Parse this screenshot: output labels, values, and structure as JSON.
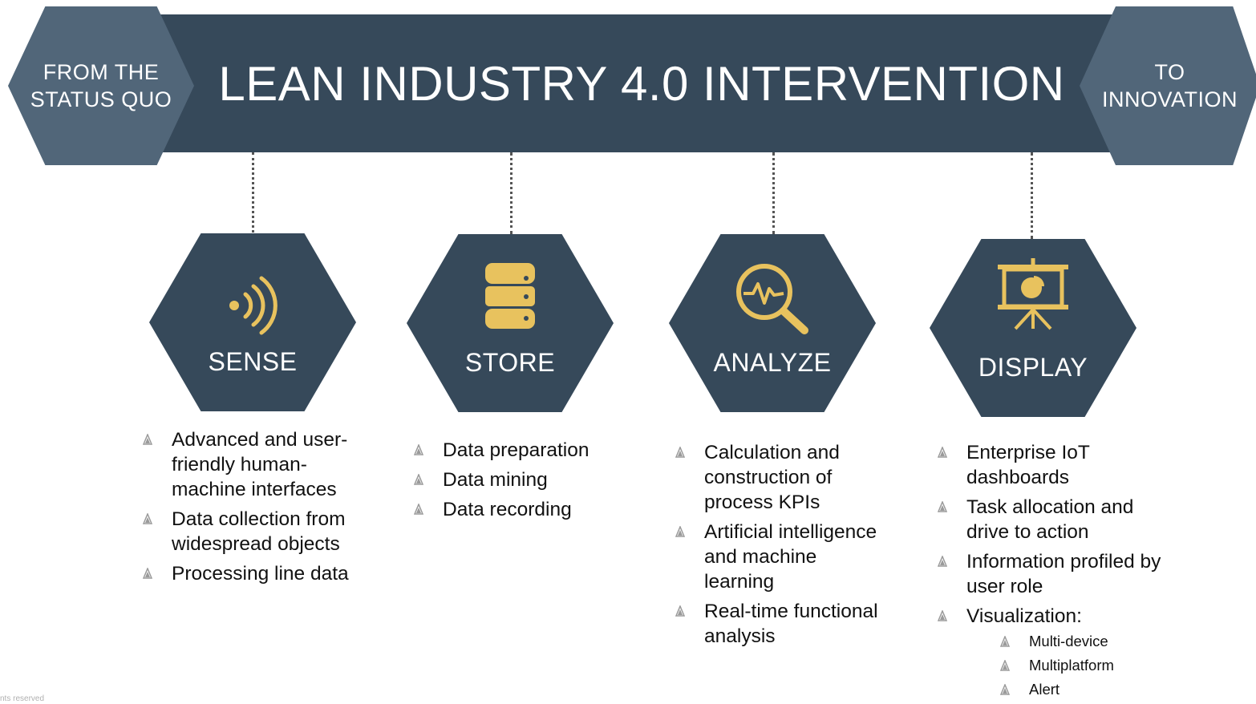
{
  "banner": {
    "title": "LEAN INDUSTRY 4.0 INTERVENTION",
    "left": [
      "FROM THE",
      "STATUS QUO"
    ],
    "right": [
      "TO",
      "INNOVATION"
    ]
  },
  "colors": {
    "banner": "#36495a",
    "end_hex": "#516679",
    "icon_gold": "#e8c25e",
    "bullet_mark": "#9a9a9a"
  },
  "steps": [
    {
      "label": "SENSE",
      "icon": "sensor-signal-icon",
      "bullets": [
        {
          "text": "Advanced and user-friendly human-machine interfaces"
        },
        {
          "text": "Data collection from widespread objects"
        },
        {
          "text": "Processing line data"
        }
      ]
    },
    {
      "label": "STORE",
      "icon": "database-icon",
      "bullets": [
        {
          "text": "Data preparation"
        },
        {
          "text": "Data mining"
        },
        {
          "text": "Data recording"
        }
      ]
    },
    {
      "label": "ANALYZE",
      "icon": "magnifier-pulse-icon",
      "bullets": [
        {
          "text": "Calculation and construction of process KPIs"
        },
        {
          "text": "Artificial intelligence and machine learning"
        },
        {
          "text": "Real-time functional analysis"
        }
      ]
    },
    {
      "label": "DISPLAY",
      "icon": "presentation-chart-icon",
      "bullets": [
        {
          "text": "Enterprise IoT dashboards"
        },
        {
          "text": "Task allocation and drive to action"
        },
        {
          "text": "Information profiled by user role"
        },
        {
          "text": "Visualization:",
          "sub": [
            "Multi-device",
            "Multiplatform",
            "Alert"
          ]
        }
      ]
    }
  ],
  "footer": "nts reserved"
}
